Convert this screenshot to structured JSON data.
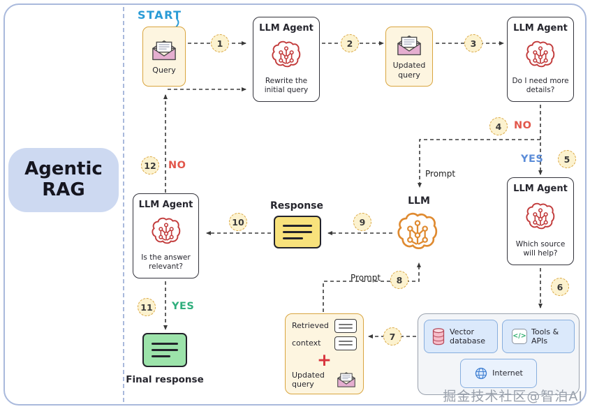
{
  "title": "Agentic RAG",
  "start": "START",
  "watermark": "掘金技术社区@智泊AI",
  "nodes": {
    "query": {
      "label": "Query"
    },
    "agent_rewrite": {
      "title": "LLM Agent",
      "caption": "Rewrite the initial query"
    },
    "updated_query": {
      "label": "Updated query"
    },
    "agent_details": {
      "title": "LLM Agent",
      "caption": "Do I need more details?"
    },
    "agent_source": {
      "title": "LLM Agent",
      "caption": "Which source will help?"
    },
    "agent_relevant": {
      "title": "LLM Agent",
      "caption": "Is the answer relevant?"
    },
    "llm": {
      "label": "LLM"
    },
    "response": {
      "label": "Response"
    },
    "final_response": {
      "label": "Final response"
    },
    "retrieved": {
      "line1": "Retrieved",
      "line2": "context",
      "plus": "+",
      "updated_query": "Updated query"
    },
    "sources": {
      "vector_db": "Vector database",
      "tools": "Tools & APIs",
      "tools_icon_glyph": "</>",
      "internet": "Internet"
    }
  },
  "steps": [
    "1",
    "2",
    "3",
    "4",
    "5",
    "6",
    "7",
    "8",
    "9",
    "10",
    "11",
    "12"
  ],
  "decisions": {
    "no_step4": "NO",
    "yes_step5": "YES",
    "yes_step11": "YES",
    "no_step12": "NO",
    "prompt_top": "Prompt",
    "prompt_bottom": "Prompt"
  }
}
